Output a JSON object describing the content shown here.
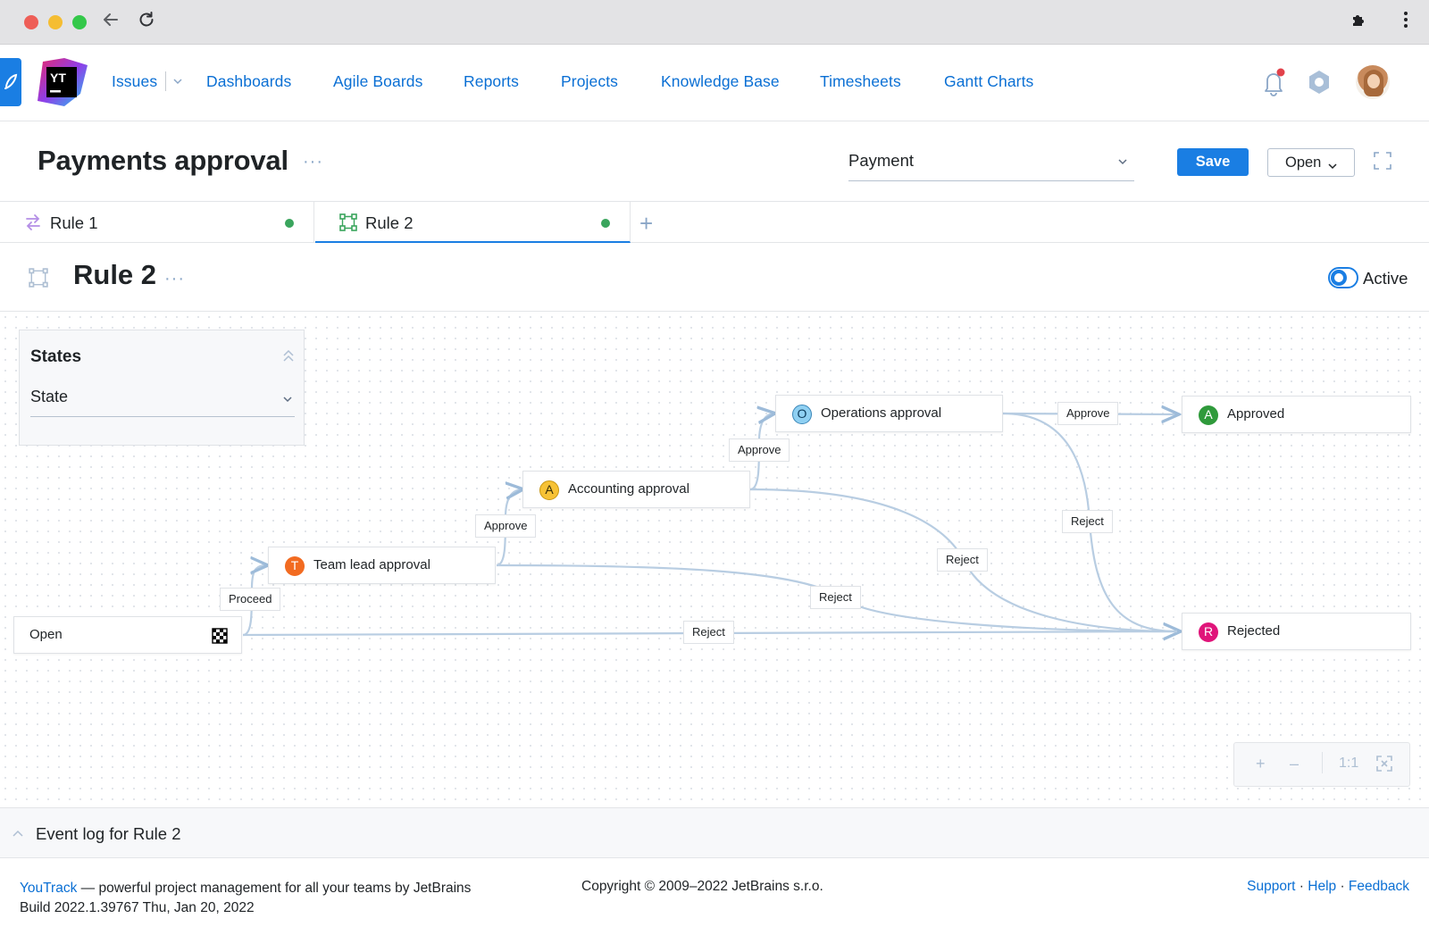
{
  "browser": {
    "icons": [
      "close-dot",
      "minimize-dot",
      "zoom-dot",
      "back-arrow-icon",
      "reload-icon",
      "extensions-icon",
      "more-vertical-icon"
    ]
  },
  "nav": {
    "logo_text": "YT",
    "items": [
      "Issues",
      "Dashboards",
      "Agile Boards",
      "Reports",
      "Projects",
      "Knowledge Base",
      "Timesheets",
      "Gantt Charts"
    ],
    "icons": [
      "notifications-bell-icon",
      "help-center-icon",
      "avatar"
    ]
  },
  "page": {
    "title": "Payments approval",
    "title_menu": "···",
    "type_select": "Payment",
    "save_label": "Save",
    "open_label": "Open"
  },
  "tabs": [
    {
      "label": "Rule 1",
      "status": "enabled"
    },
    {
      "label": "Rule 2",
      "status": "enabled",
      "selected": true
    }
  ],
  "tab_add": "+",
  "rule": {
    "title": "Rule 2",
    "menu": "···",
    "status_label": "Active"
  },
  "states_panel": {
    "title": "States",
    "field_value": "State"
  },
  "workflow": {
    "nodes": {
      "open": {
        "label": "Open"
      },
      "team_lead": {
        "label": "Team lead approval",
        "badge": "T",
        "color": "#f26b21"
      },
      "accounting": {
        "label": "Accounting approval",
        "badge": "A",
        "color": "#f7c235"
      },
      "operations": {
        "label": "Operations approval",
        "badge": "O",
        "color": "#8fd0f2"
      },
      "approved": {
        "label": "Approved",
        "badge": "A",
        "color": "#2f9a3b"
      },
      "rejected": {
        "label": "Rejected",
        "badge": "R",
        "color": "#e0157a"
      }
    },
    "transitions": {
      "proceed": "Proceed",
      "approve_1": "Approve",
      "approve_2": "Approve",
      "approve_3": "Approve",
      "reject_open": "Reject",
      "reject_team": "Reject",
      "reject_accounting": "Reject",
      "reject_operations": "Reject"
    }
  },
  "zoom": {
    "plus": "+",
    "minus": "–",
    "ratio": "1:1"
  },
  "event_log": {
    "label": "Event log for Rule 2"
  },
  "footer": {
    "product_link": "YouTrack",
    "tagline": " — powerful project management for all your teams by JetBrains",
    "build": "Build 2022.1.39767 Thu, Jan 20, 2022",
    "copyright": "Copyright © 2009–2022 JetBrains s.r.o.",
    "links": [
      "Support",
      "Help",
      "Feedback"
    ],
    "separator": " · "
  },
  "colors": {
    "accent": "#1a7ee3",
    "link": "#0a6fd4",
    "edge": "#b8cde2",
    "status_dot": "#3aa55d"
  }
}
